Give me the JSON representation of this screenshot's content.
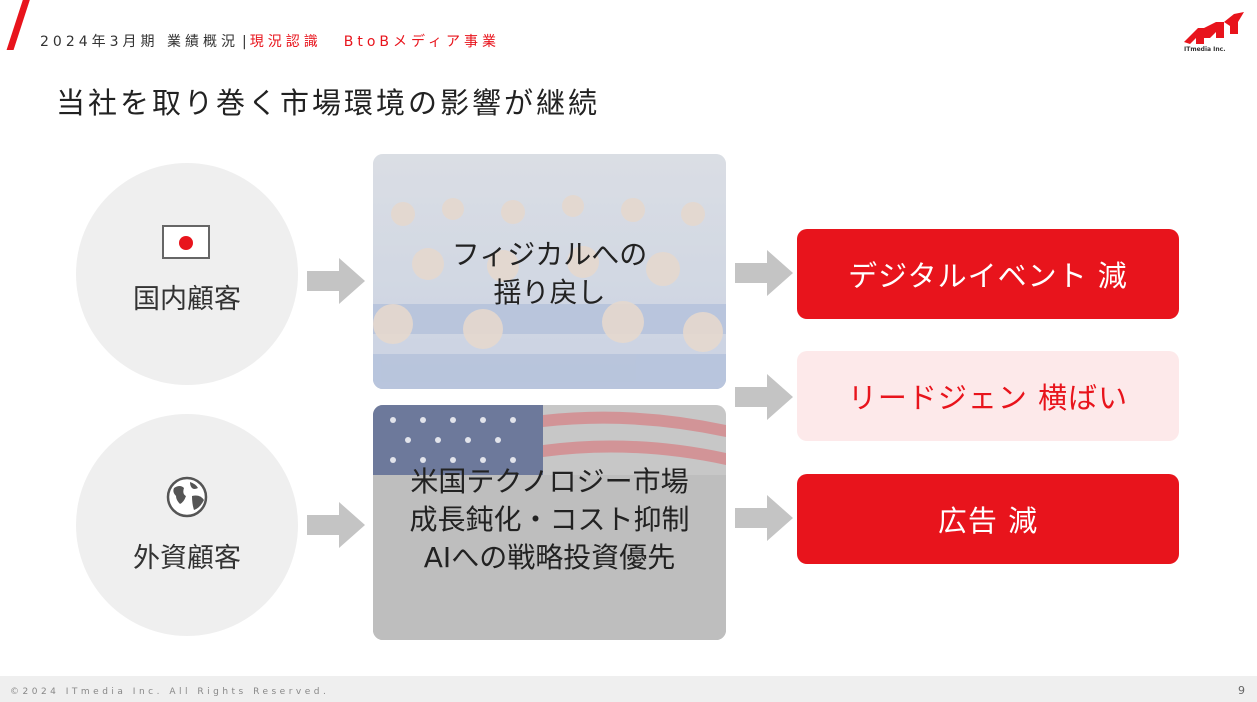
{
  "header": {
    "period": "2024年3月期 業績概況",
    "separator": "|",
    "section": "現況認識",
    "business": "BtoBメディア事業"
  },
  "logo": {
    "text": "ITmedia Inc.",
    "icon": "itmedia-logo"
  },
  "title": "当社を取り巻く市場環境の影響が継続",
  "customers": [
    {
      "label": "国内顧客",
      "icon": "japan-flag-icon"
    },
    {
      "label": "外資顧客",
      "icon": "globe-icon"
    }
  ],
  "factors": [
    {
      "line1": "フィジカルへの",
      "line2": "揺り戻し",
      "image": "conference-audience-photo"
    },
    {
      "line1": "米国テクノロジー市場",
      "line2": "成長鈍化・コスト抑制",
      "line3": "AIへの戦略投資優先",
      "image": "us-flag-photo"
    }
  ],
  "results": [
    {
      "label": "デジタルイベント 減"
    },
    {
      "label": "リードジェン 横ばい"
    },
    {
      "label": "広告 減"
    }
  ],
  "colors": {
    "accent": "#e8141c",
    "pink": "#fde9ea",
    "circle": "#efefef",
    "arrow": "#c4c4c4"
  },
  "footer": {
    "copyright": "©2024 ITmedia Inc. All Rights Reserved.",
    "page": "9"
  }
}
